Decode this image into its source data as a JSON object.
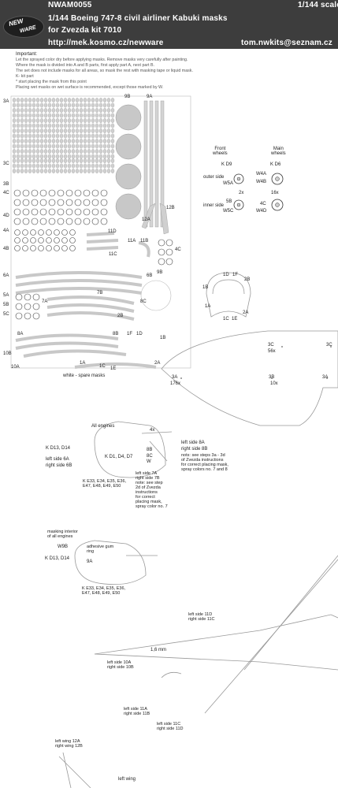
{
  "header": {
    "code": "NWAM0055",
    "scale": "1/144 scale",
    "title": "1/144 Boeing 747-8 civil airliner Kabuki masks",
    "subtitle": "for Zvezda kit 7010",
    "website": "http://mek.kosmo.cz/newware",
    "email": "tom.nwkits@seznam.cz",
    "logo_top": "NEW",
    "logo_bottom": "WARE"
  },
  "instructions": {
    "heading": "Important:",
    "lines": [
      "Let the sprayed color dry before applying masks. Remove masks very carefully after painting.",
      "Where the mask is divided into A and B parts, first apply part A, next part B.",
      "The set does not include masks for all areas, so mask the rest with masking tape or liquid mask.",
      "K- kit part",
      "*  start placing the mask from this point",
      "Placing wet masks on wet surface is recommended, except those marked by W."
    ]
  },
  "sheet_labels": {
    "3A": "3A",
    "3C": "3C",
    "3B": "3B",
    "4C": "4C",
    "4D": "4D",
    "4A": "4A",
    "4B": "4B",
    "9B": "9B",
    "9A": "9A",
    "12A": "12A",
    "12B": "12B",
    "11D": "11D",
    "11A": "11A",
    "11B": "11B",
    "11C": "11C",
    "4C_b": "4C",
    "6A": "6A",
    "6B": "6B",
    "9B_b": "9B",
    "7B": "7B",
    "8C": "8C",
    "5A": "5A",
    "5B": "5B",
    "5C": "5C",
    "7A": "7A",
    "2B": "2B",
    "8A": "8A",
    "8B": "8B",
    "1F": "1F",
    "1D": "1D",
    "1B": "1B",
    "10B": "10B",
    "10A": "10A",
    "1A": "1A",
    "1C": "1C",
    "1E": "1E",
    "2A": "2A",
    "spare": "white - spare masks"
  },
  "wheels": {
    "front": "Front\nwheels",
    "main": "Main\nwheels",
    "kd9": "K D9",
    "kd6": "K D6",
    "outer": "outer side",
    "w5a": "W5A",
    "w4a": "W4A",
    "w4b": "W4B",
    "two_x": "2x",
    "sixteen_x": "16x",
    "inner": "inner side",
    "b5": "5B",
    "w5c": "W5C",
    "c4": "4C",
    "w4d": "W4D"
  },
  "cockpit": {
    "1D": "1D",
    "1F": "1F",
    "2B": "2B",
    "1B": "1B",
    "1A": "1A",
    "1C": "1C",
    "1E": "1E",
    "2A": "2A"
  },
  "fuselage": {
    "c3": "3C",
    "x56": "56x",
    "c3b": "3C",
    "a3": "3A",
    "x176": "176x",
    "b3": "3B",
    "x10": "10x",
    "a3b": "3A"
  },
  "engines": {
    "all": "All engines",
    "four_x": "4x",
    "kd13": "K D13, D14",
    "left6a": "left side 6A",
    "right6b": "right side 6B",
    "kd1": "K D1, D4, D7",
    "b8": "8B",
    "c8": "8C",
    "w": "W",
    "left8a": "left side 8A",
    "right8b": "right side 8B",
    "note8": "nots: see steps 3a - 3d\nof Zvezda instructions\nfor correct placing mask,\nspray colors no. 7 and 8",
    "ke33": "K E33, E34, E35, E36,\nE47, E48, E49, E50",
    "left7a": "left side 7A\nright side 7B\nnote: see step\n2d of Zvezda\ninstructions\nfor correct\nplacing mask,\nspray color no. 7"
  },
  "interior": {
    "masking": "masking interior\nof all engines",
    "w9b": "W9B",
    "gum": "adhesive gum\nring",
    "a9": "9A",
    "kd13b": "K D13, D14",
    "ke33b": "K E33, E34, E35, E36,\nE47, E48, E49, E50"
  },
  "tail": {
    "left11d": "left side 11D\nright side 11C",
    "mm": "1,6 mm",
    "left10a": "left side 10A\nright side 10B",
    "left11a": "left side 11A\nright side 11B",
    "left11c": "left side 11C\nright side 11D"
  },
  "wing": {
    "left12a": "left wing 12A\nright wing 12B",
    "leftwing": "left wing"
  }
}
